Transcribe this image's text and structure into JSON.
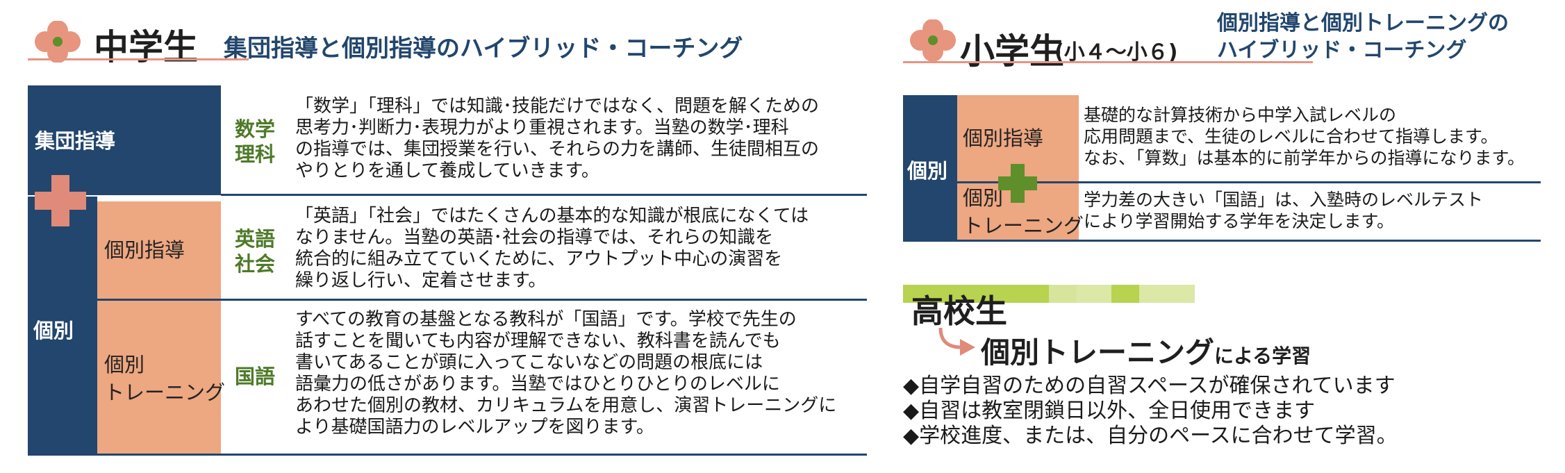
{
  "middle": {
    "title": "中学生",
    "subtitle": "集団指導と個別指導のハイブリッド・コーチング",
    "group_label": "集団指導",
    "individual_label": "個別",
    "sub_labels": [
      "個別指導",
      "個別\nトレーニング"
    ],
    "rows": [
      {
        "subject": "数学\n理科",
        "text": "「数学」「理科」では知識･技能だけではなく、問題を解くための\n思考力･判断力･表現力がより重視されます。当塾の数学･理科\nの指導では、集団授業を行い、それらの力を講師、生徒間相互の\nやりとりを通して養成していきます。"
      },
      {
        "subject": "英語\n社会",
        "text": "「英語」「社会」ではたくさんの基本的な知識が根底になくては\nなりません。当塾の英語･社会の指導では、それらの知識を\n統合的に組み立てていくために、アウトプット中心の演習を\n繰り返し行い、定着させます。"
      },
      {
        "subject": "国語",
        "text": "すべての教育の基盤となる教科が「国語」です。学校で先生の\n話すことを聞いても内容が理解できない、教科書を読んでも\n書いてあることが頭に入ってこないなどの問題の根底には\n語彙力の低さがあります。当塾ではひとりひとりのレベルに\nあわせた個別の教材、カリキュラムを用意し、演習トレーニングに\nより基礎国語力のレベルアップを図ります。"
      }
    ]
  },
  "elementary": {
    "title": "小学生",
    "grade": "(小４〜小６)",
    "subtitle": "個別指導と個別トレーニングの\nハイブリッド・コーチング",
    "individual_label": "個別",
    "rows": [
      {
        "label": "個別指導",
        "text": "基礎的な計算技術から中学入試レベルの\n応用問題まで、生徒のレベルに合わせて指導します。\nなお、「算数」は基本的に前学年からの指導になります。"
      },
      {
        "label": "個別\nトレーニング",
        "text": "学力差の大きい「国語」は、入塾時のレベルテスト\nにより学習開始する学年を決定します。"
      }
    ]
  },
  "high": {
    "title": "高校生",
    "subtitle_main": "個別トレーニング",
    "subtitle_suffix": "による学習",
    "bullets": [
      "◆自学自習のための自習スペースが確保されています",
      "◆自習は教室閉鎖日以外、全日使用できます",
      "◆学校進度、または、自分のペースに合わせて学習。"
    ]
  },
  "colors": {
    "navy": "#22466d",
    "salmon": "#eda781",
    "green": "#4e7a28",
    "plus_pink": "#e08a7a",
    "plus_green": "#5e8f2b",
    "lime": "#b7d34f"
  },
  "icons": [
    "flower-icon",
    "plus-icon",
    "arrow-icon"
  ]
}
